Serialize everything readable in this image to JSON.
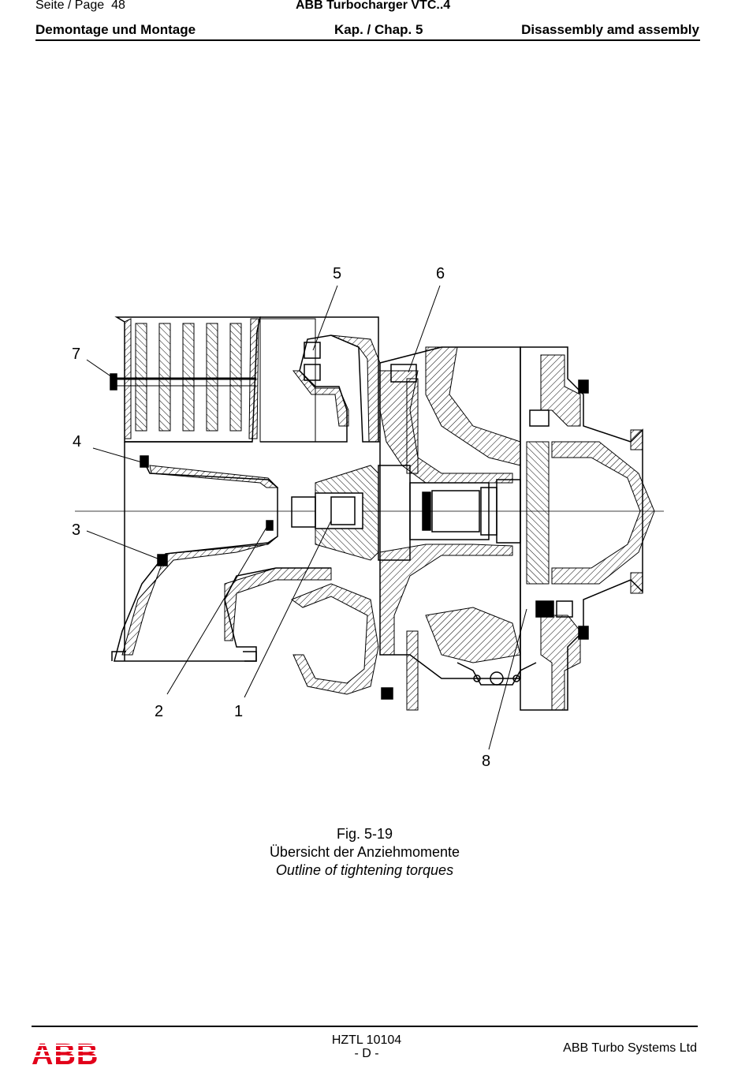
{
  "header": {
    "page_label": "Seite / Page",
    "page_number": "48",
    "product": "ABB Turbocharger VTC..4",
    "section_de": "Demontage und Montage",
    "chapter": "Kap. / Chap. 5",
    "section_en": "Disassembly amd assembly"
  },
  "figure": {
    "callouts": [
      "1",
      "2",
      "3",
      "4",
      "5",
      "6",
      "7",
      "8"
    ],
    "caption_number": "Fig. 5-19",
    "caption_de": "Übersicht der Anziehmomente",
    "caption_en": "Outline of tightening torques"
  },
  "footer": {
    "logo": "ABB",
    "doc_code": "HZTL 10104",
    "language": "- D -",
    "company": "ABB Turbo Systems Ltd"
  }
}
